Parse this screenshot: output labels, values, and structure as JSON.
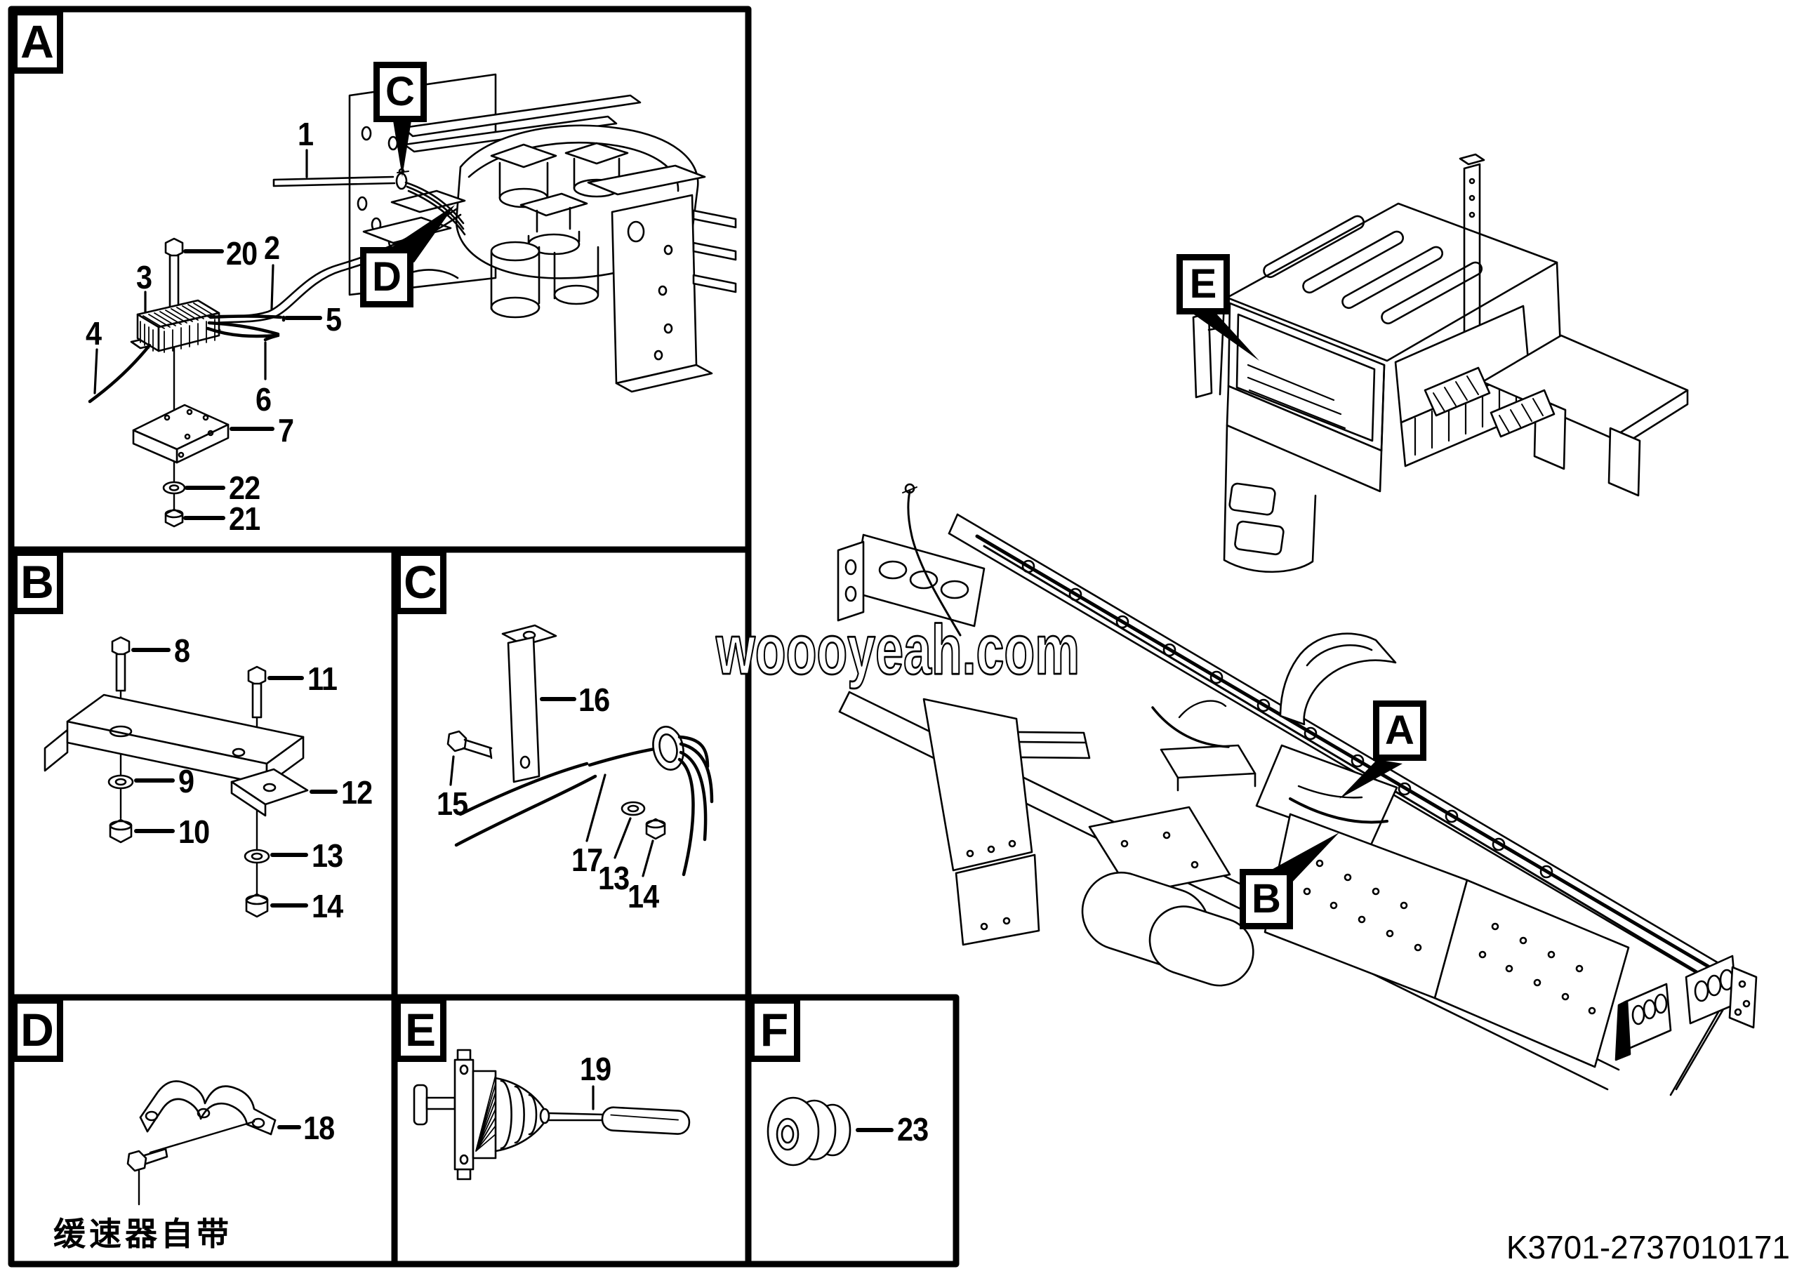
{
  "document": {
    "watermark": "woooyeah.com",
    "part_number": "K3701-2737010171"
  },
  "panels": {
    "a": {
      "letter": "A",
      "callout_c": "C",
      "callout_d": "D",
      "parts": {
        "p1": "1",
        "p2": "2",
        "p3": "3",
        "p4": "4",
        "p5": "5",
        "p6": "6",
        "p7": "7",
        "p20": "20",
        "p21": "21",
        "p22": "22"
      }
    },
    "b": {
      "letter": "B",
      "parts": {
        "p8": "8",
        "p9": "9",
        "p10": "10",
        "p11": "11",
        "p12": "12",
        "p13": "13",
        "p14": "14"
      }
    },
    "c": {
      "letter": "C",
      "parts": {
        "p15": "15",
        "p16": "16",
        "p17": "17",
        "p13": "13",
        "p14": "14"
      }
    },
    "d": {
      "letter": "D",
      "parts": {
        "p18": "18"
      },
      "caption": "缓速器自带"
    },
    "e": {
      "letter": "E",
      "parts": {
        "p19": "19"
      }
    },
    "f": {
      "letter": "F",
      "parts": {
        "p23": "23"
      }
    }
  },
  "vehicle": {
    "cab_callout": "E",
    "chassis_callout_a": "A",
    "chassis_callout_b": "B"
  }
}
